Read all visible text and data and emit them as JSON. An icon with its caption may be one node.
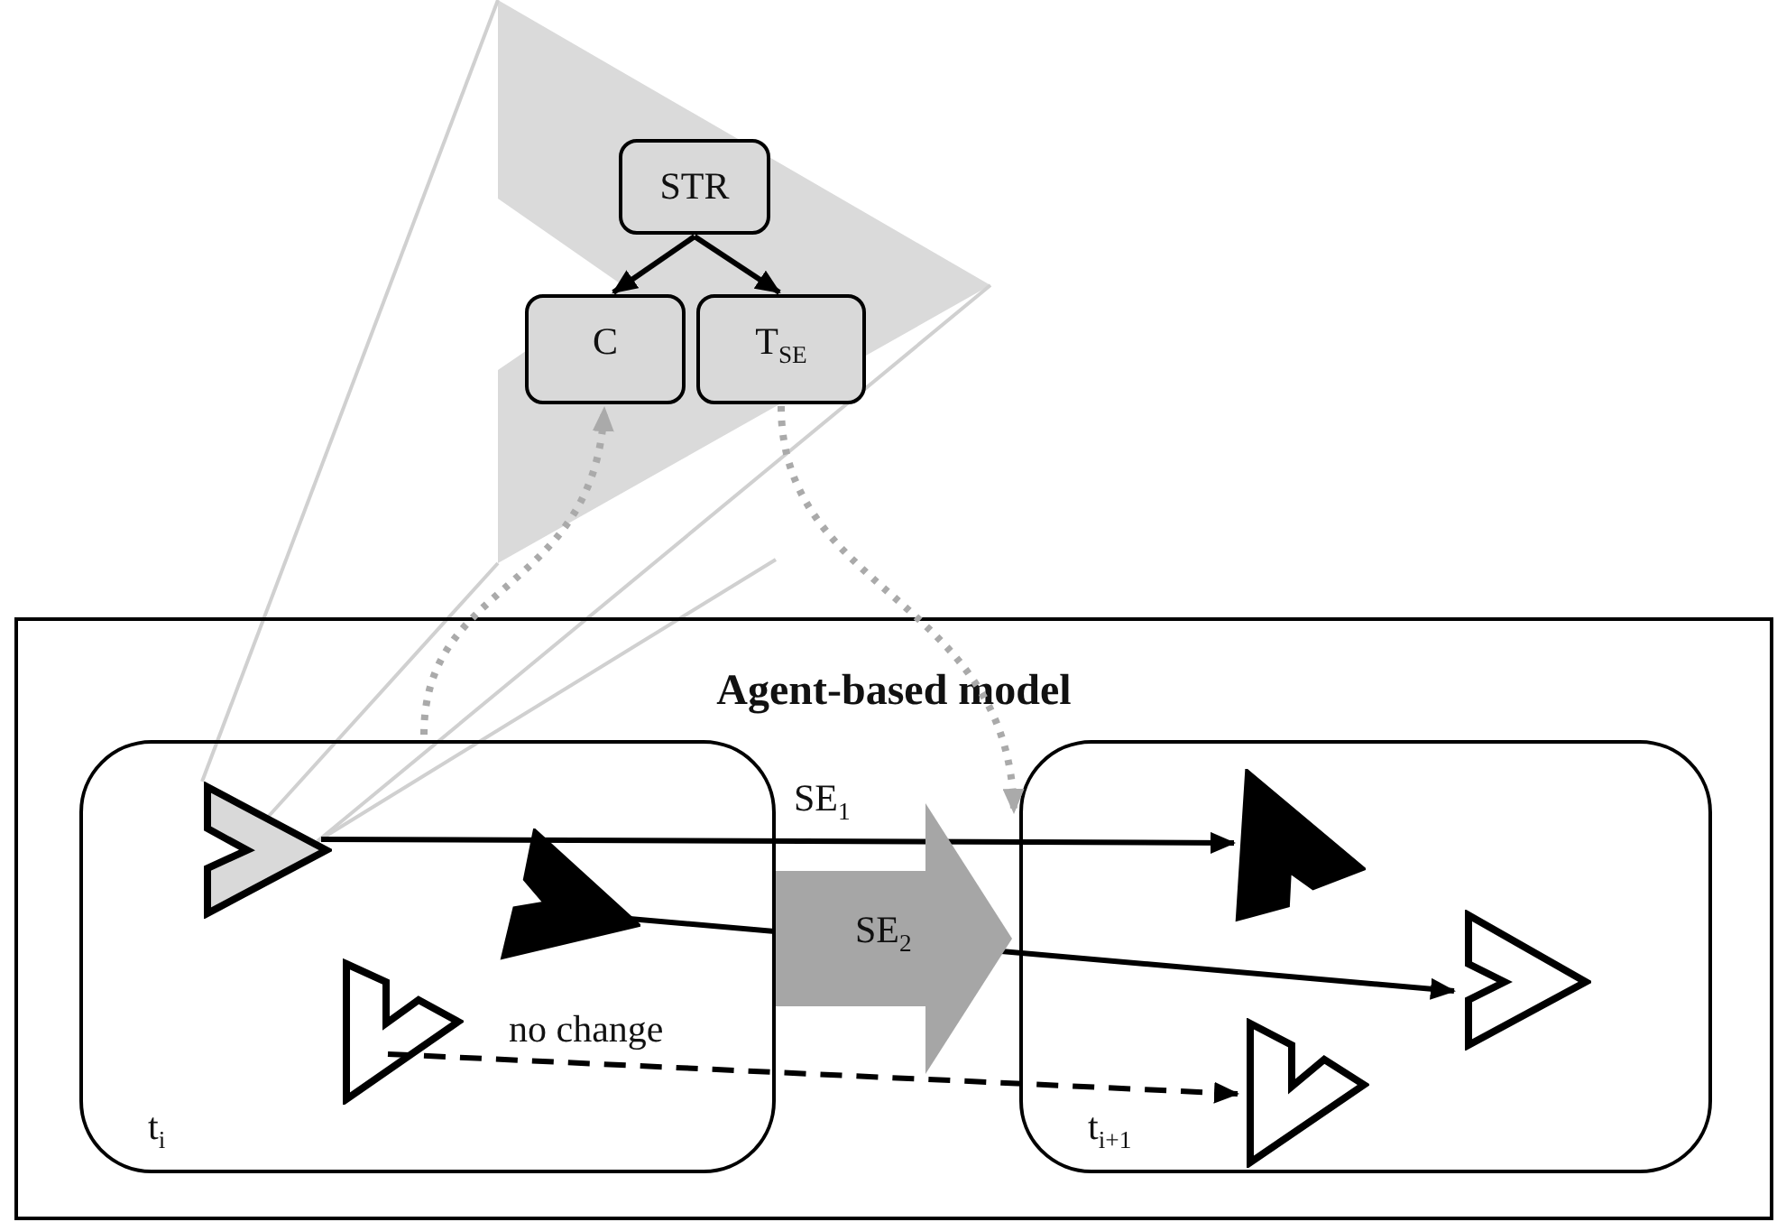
{
  "diagram": {
    "nodes": [
      {
        "text": [
          "Agent-based model"
        ]
      },
      {
        "text": [
          "t$_{i}$"
        ],
        "in": 0
      },
      {
        "text": [
          "t$_{i+1}$"
        ],
        "in": 0
      },
      {
        "text": [
          "STR"
        ]
      },
      {
        "text": [
          "C"
        ]
      },
      {
        "text": [
          "T$_{SE}$"
        ]
      },
      {
        "text": [],
        "shape": "chevron",
        "in": 1
      },
      {
        "text": [],
        "shape": "chevron",
        "in": 1
      },
      {
        "text": [],
        "shape": "chevron",
        "in": 1
      },
      {
        "text": [],
        "shape": "chevron",
        "in": 2
      },
      {
        "text": [],
        "shape": "chevron",
        "in": 2
      },
      {
        "text": [],
        "shape": "chevron",
        "in": 2
      }
    ],
    "edges": [
      {
        "from": 6,
        "to": 9,
        "arrow": "to",
        "label": "SE$_{1}$"
      },
      {
        "from": 7,
        "to": 10,
        "arrow": "to",
        "label": "SE$_{2}$"
      },
      {
        "from": 8,
        "to": 11,
        "arrow": "to",
        "label": "no change",
        "style": "dashed"
      },
      {
        "from": 3,
        "to": 4,
        "arrow": "to"
      },
      {
        "from": 3,
        "to": 5,
        "arrow": "to"
      },
      {
        "from": 1,
        "to": 4,
        "arrow": "to",
        "style": "dashed",
        "color": "#aaaaaa"
      },
      {
        "from": 5,
        "to": 2,
        "arrow": "to",
        "style": "dashed",
        "color": "#aaaaaa"
      },
      {
        "from": 1,
        "to": 2,
        "arrow": "to",
        "style": "thick",
        "color": "#a6a6a6"
      }
    ]
  }
}
